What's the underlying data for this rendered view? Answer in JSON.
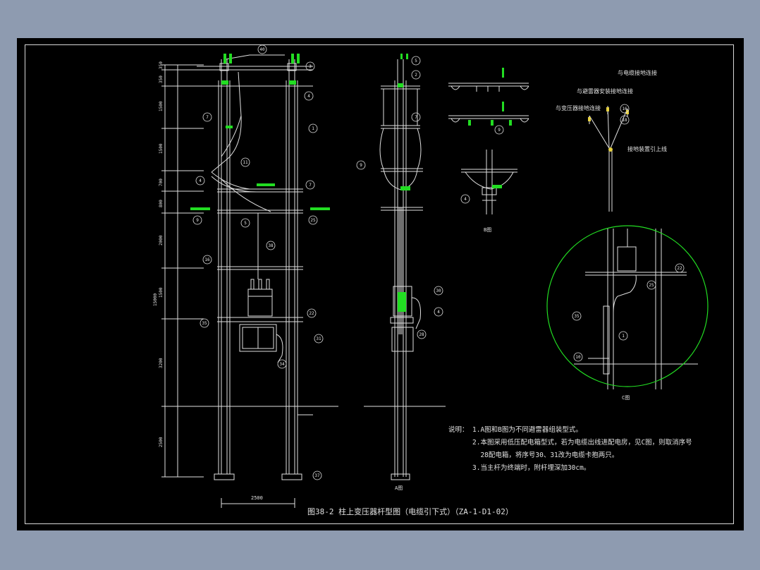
{
  "drawing": {
    "title": "图38-2 柱上变压器杆型图（电缆引下式）（ZA-1-D1-02）",
    "notes_heading": "说明：",
    "notes": [
      "1.A图和B图为不同避雷器组装型式。",
      "2.本图采用低压配电箱型式，若为电缆出线进配电房，见C图，则取消序号",
      "  28配电箱，将序号30、31改为电缆卡抱两只。",
      "3.当主杆为终端时，附杆埋深加30cm。"
    ],
    "view_labels": {
      "a": "A图",
      "b": "B图",
      "c": "C图"
    },
    "dimension_width": "2500",
    "dimension_height": "15000",
    "vertical_dims": [
      "350",
      "350",
      "1500",
      "1500",
      "700",
      "800",
      "2000",
      "1500",
      "3200",
      "2500"
    ],
    "ground_labels": [
      "与电缆接地连接",
      "与避雷器安装接地连接",
      "与变压器接地连接",
      "接地装置引上线"
    ]
  },
  "colors": {
    "background": "#000000",
    "canvas": "#8e9bb0",
    "line": "#e0e0e0",
    "green": "#22dd22",
    "yellow": "#e6d040"
  }
}
